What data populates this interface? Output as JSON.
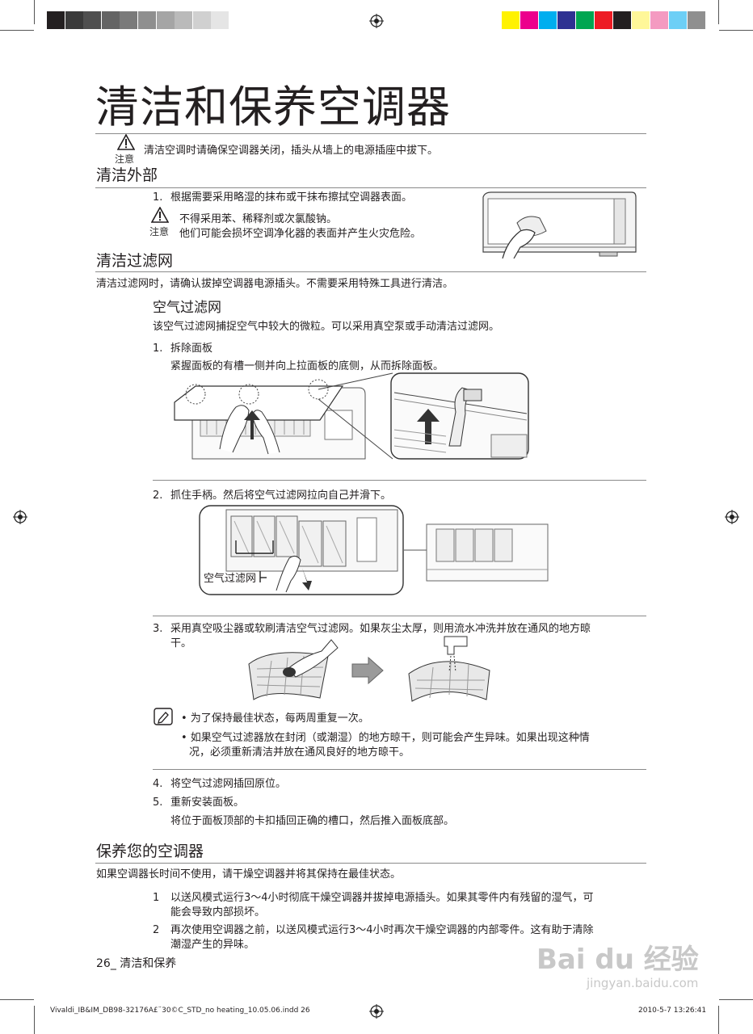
{
  "title": "清洁和保养空调器",
  "top_caution": {
    "label": "注意",
    "text": "清洁空调时请确保空调器关闭，插头从墙上的电源插座中拔下。"
  },
  "exterior": {
    "heading": "清洁外部",
    "step1_num": "1.",
    "step1": "根据需要采用略湿的抹布或干抹布擦拭空调器表面。",
    "caution_label": "注意",
    "caution_line1": "不得采用苯、稀释剂或次氯酸钠。",
    "caution_line2": "他们可能会损坏空调净化器的表面并产生火灾危险。"
  },
  "filter": {
    "heading": "清洁过滤网",
    "intro": "清洁过滤网时，请确认拔掉空调器电源插头。不需要采用特殊工具进行清洁。",
    "sub_heading": "空气过滤网",
    "sub_intro": "该空气过滤网捕捉空气中较大的微粒。可以采用真空泵或手动清洁过滤网。",
    "step1_num": "1.",
    "step1_title": "拆除面板",
    "step1_desc": "紧握面板的有槽一侧并向上拉面板的底侧，从而拆除面板。",
    "step2_num": "2.",
    "step2": "抓住手柄。然后将空气过滤网拉向自己并滑下。",
    "fig2_label": "空气过滤网",
    "step3_num": "3.",
    "step3_line1": "采用真空吸尘器或软刷清洁空气过滤网。如果灰尘太厚，则用流水冲洗并放在通风的地方晾",
    "step3_line2": "干。",
    "note1": "• 为了保持最佳状态，每两周重复一次。",
    "note2_line1": "• 如果空气过滤器放在封闭（或潮湿）的地方晾干，则可能会产生异味。如果出现这种情",
    "note2_line2": "况，必须重新清洁并放在通风良好的地方晾干。",
    "step4_num": "4.",
    "step4": "将空气过滤网插回原位。",
    "step5_num": "5.",
    "step5": "重新安装面板。",
    "step5_desc": "将位于面板顶部的卡扣插回正确的槽口，然后推入面板底部。"
  },
  "maintain": {
    "heading": "保养您的空调器",
    "intro": "如果空调器长时间不使用，请干燥空调器并将其保持在最佳状态。",
    "item1_num": "1",
    "item1_line1": "以送风模式运行3～4小时彻底干燥空调器并拔掉电源插头。如果其零件内有残留的湿气，可",
    "item1_line2": "能会导致内部损坏。",
    "item2_num": "2",
    "item2_line1": "再次使用空调器之前，以送风模式运行3～4小时再次干燥空调器的内部零件。这有助于清除",
    "item2_line2": "潮湿产生的异味。"
  },
  "footer": {
    "page": "26_ 清洁和保养",
    "file": "Vivaldi_IB&IM_DB98-32176A£¨30©C_STD_no heating_10.05.06.indd   26",
    "datetime": "2010-5-7   13:26:41"
  },
  "watermark": {
    "brand": "Bai du 经验",
    "url": "jingyan.baidu.com"
  },
  "colors": {
    "text": "#231f20",
    "rule": "#8a8a8a",
    "gray_bar": [
      "#231f20",
      "#3a3a3a",
      "#4f4f4f",
      "#646464",
      "#7a7a7a",
      "#8f8f8f",
      "#a5a5a5",
      "#bababa",
      "#d0d0d0",
      "#e5e5e5"
    ],
    "color_bar": [
      "#fff200",
      "#ec008c",
      "#00aeef",
      "#2e3192",
      "#00a651",
      "#ed1c24",
      "#231f20",
      "#fff799",
      "#f49ac1",
      "#6dcff6",
      "#8f8f8f"
    ]
  }
}
